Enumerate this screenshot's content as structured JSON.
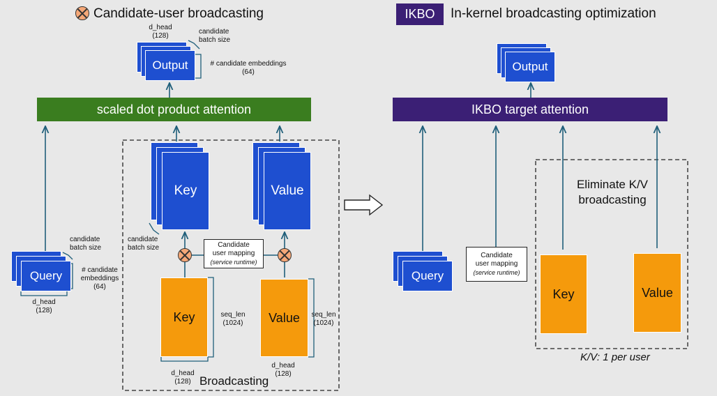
{
  "left": {
    "title": "Candidate-user broadcasting",
    "sdpa_label": "scaled dot product attention",
    "output_label": "Output",
    "output_dhead": "d_head",
    "output_dhead_val": "(128)",
    "output_batch": "candidate",
    "output_batch2": "batch size",
    "output_emb": "# candidate embeddings",
    "output_emb_val": "(64)",
    "query_label": "Query",
    "query_batch": "candidate",
    "query_batch2": "batch size",
    "query_emb1": "# candidate",
    "query_emb2": "embeddings",
    "query_emb_val": "(64)",
    "query_dhead": "d_head",
    "query_dhead_val": "(128)",
    "key_top_label": "Key",
    "value_top_label": "Value",
    "key_batch": "candidate",
    "key_batch2": "batch size",
    "mapping1": "Candidate",
    "mapping2": "user mapping",
    "mapping3": "(service runtime)",
    "key_bottom_label": "Key",
    "value_bottom_label": "Value",
    "key_seq": "seq_len",
    "key_seq_val": "(1024)",
    "value_seq": "seq_len",
    "value_seq_val": "(1024)",
    "key_dhead": "d_head",
    "key_dhead_val": "(128)",
    "value_dhead": "d_head",
    "value_dhead_val": "(128)",
    "broadcasting": "Broadcasting"
  },
  "right": {
    "badge": "IKBO",
    "title": "In-kernel broadcasting optimization",
    "output_label": "Output",
    "attention_label": "IKBO target attention",
    "query_label": "Query",
    "mapping1": "Candidate",
    "mapping2": "user mapping",
    "mapping3": "(service runtime)",
    "eliminate1": "Eliminate K/V",
    "eliminate2": "broadcasting",
    "key_label": "Key",
    "value_label": "Value",
    "kv_caption": "K/V: 1 per user"
  },
  "colors": {
    "blue": "#1e4fd0",
    "orange": "#f59a0c",
    "green": "#3a7d1f",
    "purple": "#3b1f75",
    "arrow": "#1f5f7a",
    "op_circle": "#f5a878"
  },
  "icons": {
    "broadcast_op": "x-circle-icon",
    "transition": "right-arrow-icon"
  }
}
